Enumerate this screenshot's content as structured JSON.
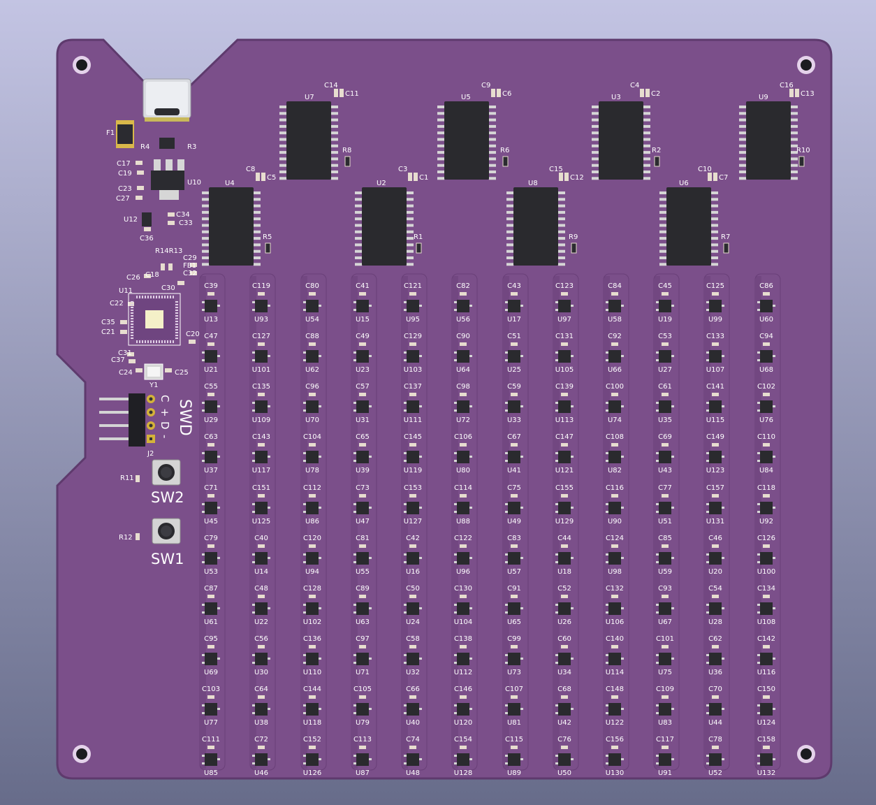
{
  "colors": {
    "background_top": "#c3c4e3",
    "background_bottom": "#676c8a",
    "board": "#7b4f8a",
    "board_edge": "#5e3a6d",
    "trace": "#693f78",
    "silkscreen": "#ffffff",
    "ic_body": "#2a2a2e",
    "pin": "#d6d6d6",
    "gold": "#d4b23a"
  },
  "board": {
    "shift_registers": [
      {
        "ref": "U7",
        "caps": [
          "C14",
          "C11"
        ],
        "resistor": "R8"
      },
      {
        "ref": "U5",
        "caps": [
          "C9",
          "C6"
        ],
        "resistor": "R6"
      },
      {
        "ref": "U3",
        "caps": [
          "C4",
          "C2"
        ],
        "resistor": "R2"
      },
      {
        "ref": "U9",
        "caps": [
          "C16",
          "C13"
        ],
        "resistor": "R10"
      },
      {
        "ref": "U4",
        "caps": [
          "C8",
          "C5"
        ],
        "resistor": "R5"
      },
      {
        "ref": "U2",
        "caps": [
          "C3",
          "C1"
        ],
        "resistor": "R1"
      },
      {
        "ref": "U8",
        "caps": [
          "C15",
          "C12"
        ],
        "resistor": "R9"
      },
      {
        "ref": "U6",
        "caps": [
          "C10",
          "C7"
        ],
        "resistor": "R7"
      }
    ],
    "grid": [
      {
        "cells": [
          {
            "c": "C39",
            "u": "U13"
          },
          {
            "c": "C119",
            "u": "U93"
          },
          {
            "c": "C80",
            "u": "U54"
          },
          {
            "c": "C41",
            "u": "U15"
          },
          {
            "c": "C121",
            "u": "U95"
          },
          {
            "c": "C82",
            "u": "U56"
          },
          {
            "c": "C43",
            "u": "U17"
          },
          {
            "c": "C123",
            "u": "U97"
          },
          {
            "c": "C84",
            "u": "U58"
          },
          {
            "c": "C45",
            "u": "U19"
          },
          {
            "c": "C125",
            "u": "U99"
          },
          {
            "c": "C86",
            "u": "U60"
          }
        ]
      },
      {
        "cells": [
          {
            "c": "C47",
            "u": "U21"
          },
          {
            "c": "C127",
            "u": "U101"
          },
          {
            "c": "C88",
            "u": "U62"
          },
          {
            "c": "C49",
            "u": "U23"
          },
          {
            "c": "C129",
            "u": "U103"
          },
          {
            "c": "C90",
            "u": "U64"
          },
          {
            "c": "C51",
            "u": "U25"
          },
          {
            "c": "C131",
            "u": "U105"
          },
          {
            "c": "C92",
            "u": "U66"
          },
          {
            "c": "C53",
            "u": "U27"
          },
          {
            "c": "C133",
            "u": "U107"
          },
          {
            "c": "C94",
            "u": "U68"
          }
        ]
      },
      {
        "cells": [
          {
            "c": "C55",
            "u": "U29"
          },
          {
            "c": "C135",
            "u": "U109"
          },
          {
            "c": "C96",
            "u": "U70"
          },
          {
            "c": "C57",
            "u": "U31"
          },
          {
            "c": "C137",
            "u": "U111"
          },
          {
            "c": "C98",
            "u": "U72"
          },
          {
            "c": "C59",
            "u": "U33"
          },
          {
            "c": "C139",
            "u": "U113"
          },
          {
            "c": "C100",
            "u": "U74"
          },
          {
            "c": "C61",
            "u": "U35"
          },
          {
            "c": "C141",
            "u": "U115"
          },
          {
            "c": "C102",
            "u": "U76"
          }
        ]
      },
      {
        "cells": [
          {
            "c": "C63",
            "u": "U37"
          },
          {
            "c": "C143",
            "u": "U117"
          },
          {
            "c": "C104",
            "u": "U78"
          },
          {
            "c": "C65",
            "u": "U39"
          },
          {
            "c": "C145",
            "u": "U119"
          },
          {
            "c": "C106",
            "u": "U80"
          },
          {
            "c": "C67",
            "u": "U41"
          },
          {
            "c": "C147",
            "u": "U121"
          },
          {
            "c": "C108",
            "u": "U82"
          },
          {
            "c": "C69",
            "u": "U43"
          },
          {
            "c": "C149",
            "u": "U123"
          },
          {
            "c": "C110",
            "u": "U84"
          }
        ]
      },
      {
        "cells": [
          {
            "c": "C71",
            "u": "U45"
          },
          {
            "c": "C151",
            "u": "U125"
          },
          {
            "c": "C112",
            "u": "U86"
          },
          {
            "c": "C73",
            "u": "U47"
          },
          {
            "c": "C153",
            "u": "U127"
          },
          {
            "c": "C114",
            "u": "U88"
          },
          {
            "c": "C75",
            "u": "U49"
          },
          {
            "c": "C155",
            "u": "U129"
          },
          {
            "c": "C116",
            "u": "U90"
          },
          {
            "c": "C77",
            "u": "U51"
          },
          {
            "c": "C157",
            "u": "U131"
          },
          {
            "c": "C118",
            "u": "U92"
          }
        ]
      },
      {
        "cells": [
          {
            "c": "C79",
            "u": "U53"
          },
          {
            "c": "C40",
            "u": "U14"
          },
          {
            "c": "C120",
            "u": "U94"
          },
          {
            "c": "C81",
            "u": "U55"
          },
          {
            "c": "C42",
            "u": "U16"
          },
          {
            "c": "C122",
            "u": "U96"
          },
          {
            "c": "C83",
            "u": "U57"
          },
          {
            "c": "C44",
            "u": "U18"
          },
          {
            "c": "C124",
            "u": "U98"
          },
          {
            "c": "C85",
            "u": "U59"
          },
          {
            "c": "C46",
            "u": "U20"
          },
          {
            "c": "C126",
            "u": "U100"
          }
        ]
      },
      {
        "cells": [
          {
            "c": "C87",
            "u": "U61"
          },
          {
            "c": "C48",
            "u": "U22"
          },
          {
            "c": "C128",
            "u": "U102"
          },
          {
            "c": "C89",
            "u": "U63"
          },
          {
            "c": "C50",
            "u": "U24"
          },
          {
            "c": "C130",
            "u": "U104"
          },
          {
            "c": "C91",
            "u": "U65"
          },
          {
            "c": "C52",
            "u": "U26"
          },
          {
            "c": "C132",
            "u": "U106"
          },
          {
            "c": "C93",
            "u": "U67"
          },
          {
            "c": "C54",
            "u": "U28"
          },
          {
            "c": "C134",
            "u": "U108"
          }
        ]
      },
      {
        "cells": [
          {
            "c": "C95",
            "u": "U69"
          },
          {
            "c": "C56",
            "u": "U30"
          },
          {
            "c": "C136",
            "u": "U110"
          },
          {
            "c": "C97",
            "u": "U71"
          },
          {
            "c": "C58",
            "u": "U32"
          },
          {
            "c": "C138",
            "u": "U112"
          },
          {
            "c": "C99",
            "u": "U73"
          },
          {
            "c": "C60",
            "u": "U34"
          },
          {
            "c": "C140",
            "u": "U114"
          },
          {
            "c": "C101",
            "u": "U75"
          },
          {
            "c": "C62",
            "u": "U36"
          },
          {
            "c": "C142",
            "u": "U116"
          }
        ]
      },
      {
        "cells": [
          {
            "c": "C103",
            "u": "U77"
          },
          {
            "c": "C64",
            "u": "U38"
          },
          {
            "c": "C144",
            "u": "U118"
          },
          {
            "c": "C105",
            "u": "U79"
          },
          {
            "c": "C66",
            "u": "U40"
          },
          {
            "c": "C146",
            "u": "U120"
          },
          {
            "c": "C107",
            "u": "U81"
          },
          {
            "c": "C68",
            "u": "U42"
          },
          {
            "c": "C148",
            "u": "U122"
          },
          {
            "c": "C109",
            "u": "U83"
          },
          {
            "c": "C70",
            "u": "U44"
          },
          {
            "c": "C150",
            "u": "U124"
          }
        ]
      },
      {
        "cells": [
          {
            "c": "C111",
            "u": "U85"
          },
          {
            "c": "C72",
            "u": "U46"
          },
          {
            "c": "C152",
            "u": "U126"
          },
          {
            "c": "C113",
            "u": "U87"
          },
          {
            "c": "C74",
            "u": "U48"
          },
          {
            "c": "C154",
            "u": "U128"
          },
          {
            "c": "C115",
            "u": "U89"
          },
          {
            "c": "C76",
            "u": "U50"
          },
          {
            "c": "C156",
            "u": "U130"
          },
          {
            "c": "C117",
            "u": "U91"
          },
          {
            "c": "C78",
            "u": "U52"
          },
          {
            "c": "C158",
            "u": "U132"
          }
        ]
      }
    ],
    "left_labels": {
      "f1": "F1",
      "r4": "R4",
      "r3": "R3",
      "c17": "C17",
      "c19": "C19",
      "c23": "C23",
      "c27": "C27",
      "u10": "U10",
      "u12": "U12",
      "c34": "C34",
      "c33": "C33",
      "c36": "C36",
      "r14r13": "R14R13",
      "c29": "C29",
      "fb1": "FB1",
      "c32": "C32",
      "c26": "C26",
      "c18": "C18",
      "u11": "U11",
      "c30": "C30",
      "c22": "C22",
      "c35": "C35",
      "c21": "C21",
      "c20": "C20",
      "c31": "C31",
      "c37": "C37",
      "c24": "C24",
      "c25": "C25",
      "y1": "Y1",
      "j2": "J2",
      "r11": "R11",
      "r12": "R12"
    },
    "swd": {
      "title": "SWD",
      "pins": [
        "C",
        "+",
        "D",
        "-"
      ]
    },
    "sw2": "SW2",
    "sw1": "SW1"
  }
}
